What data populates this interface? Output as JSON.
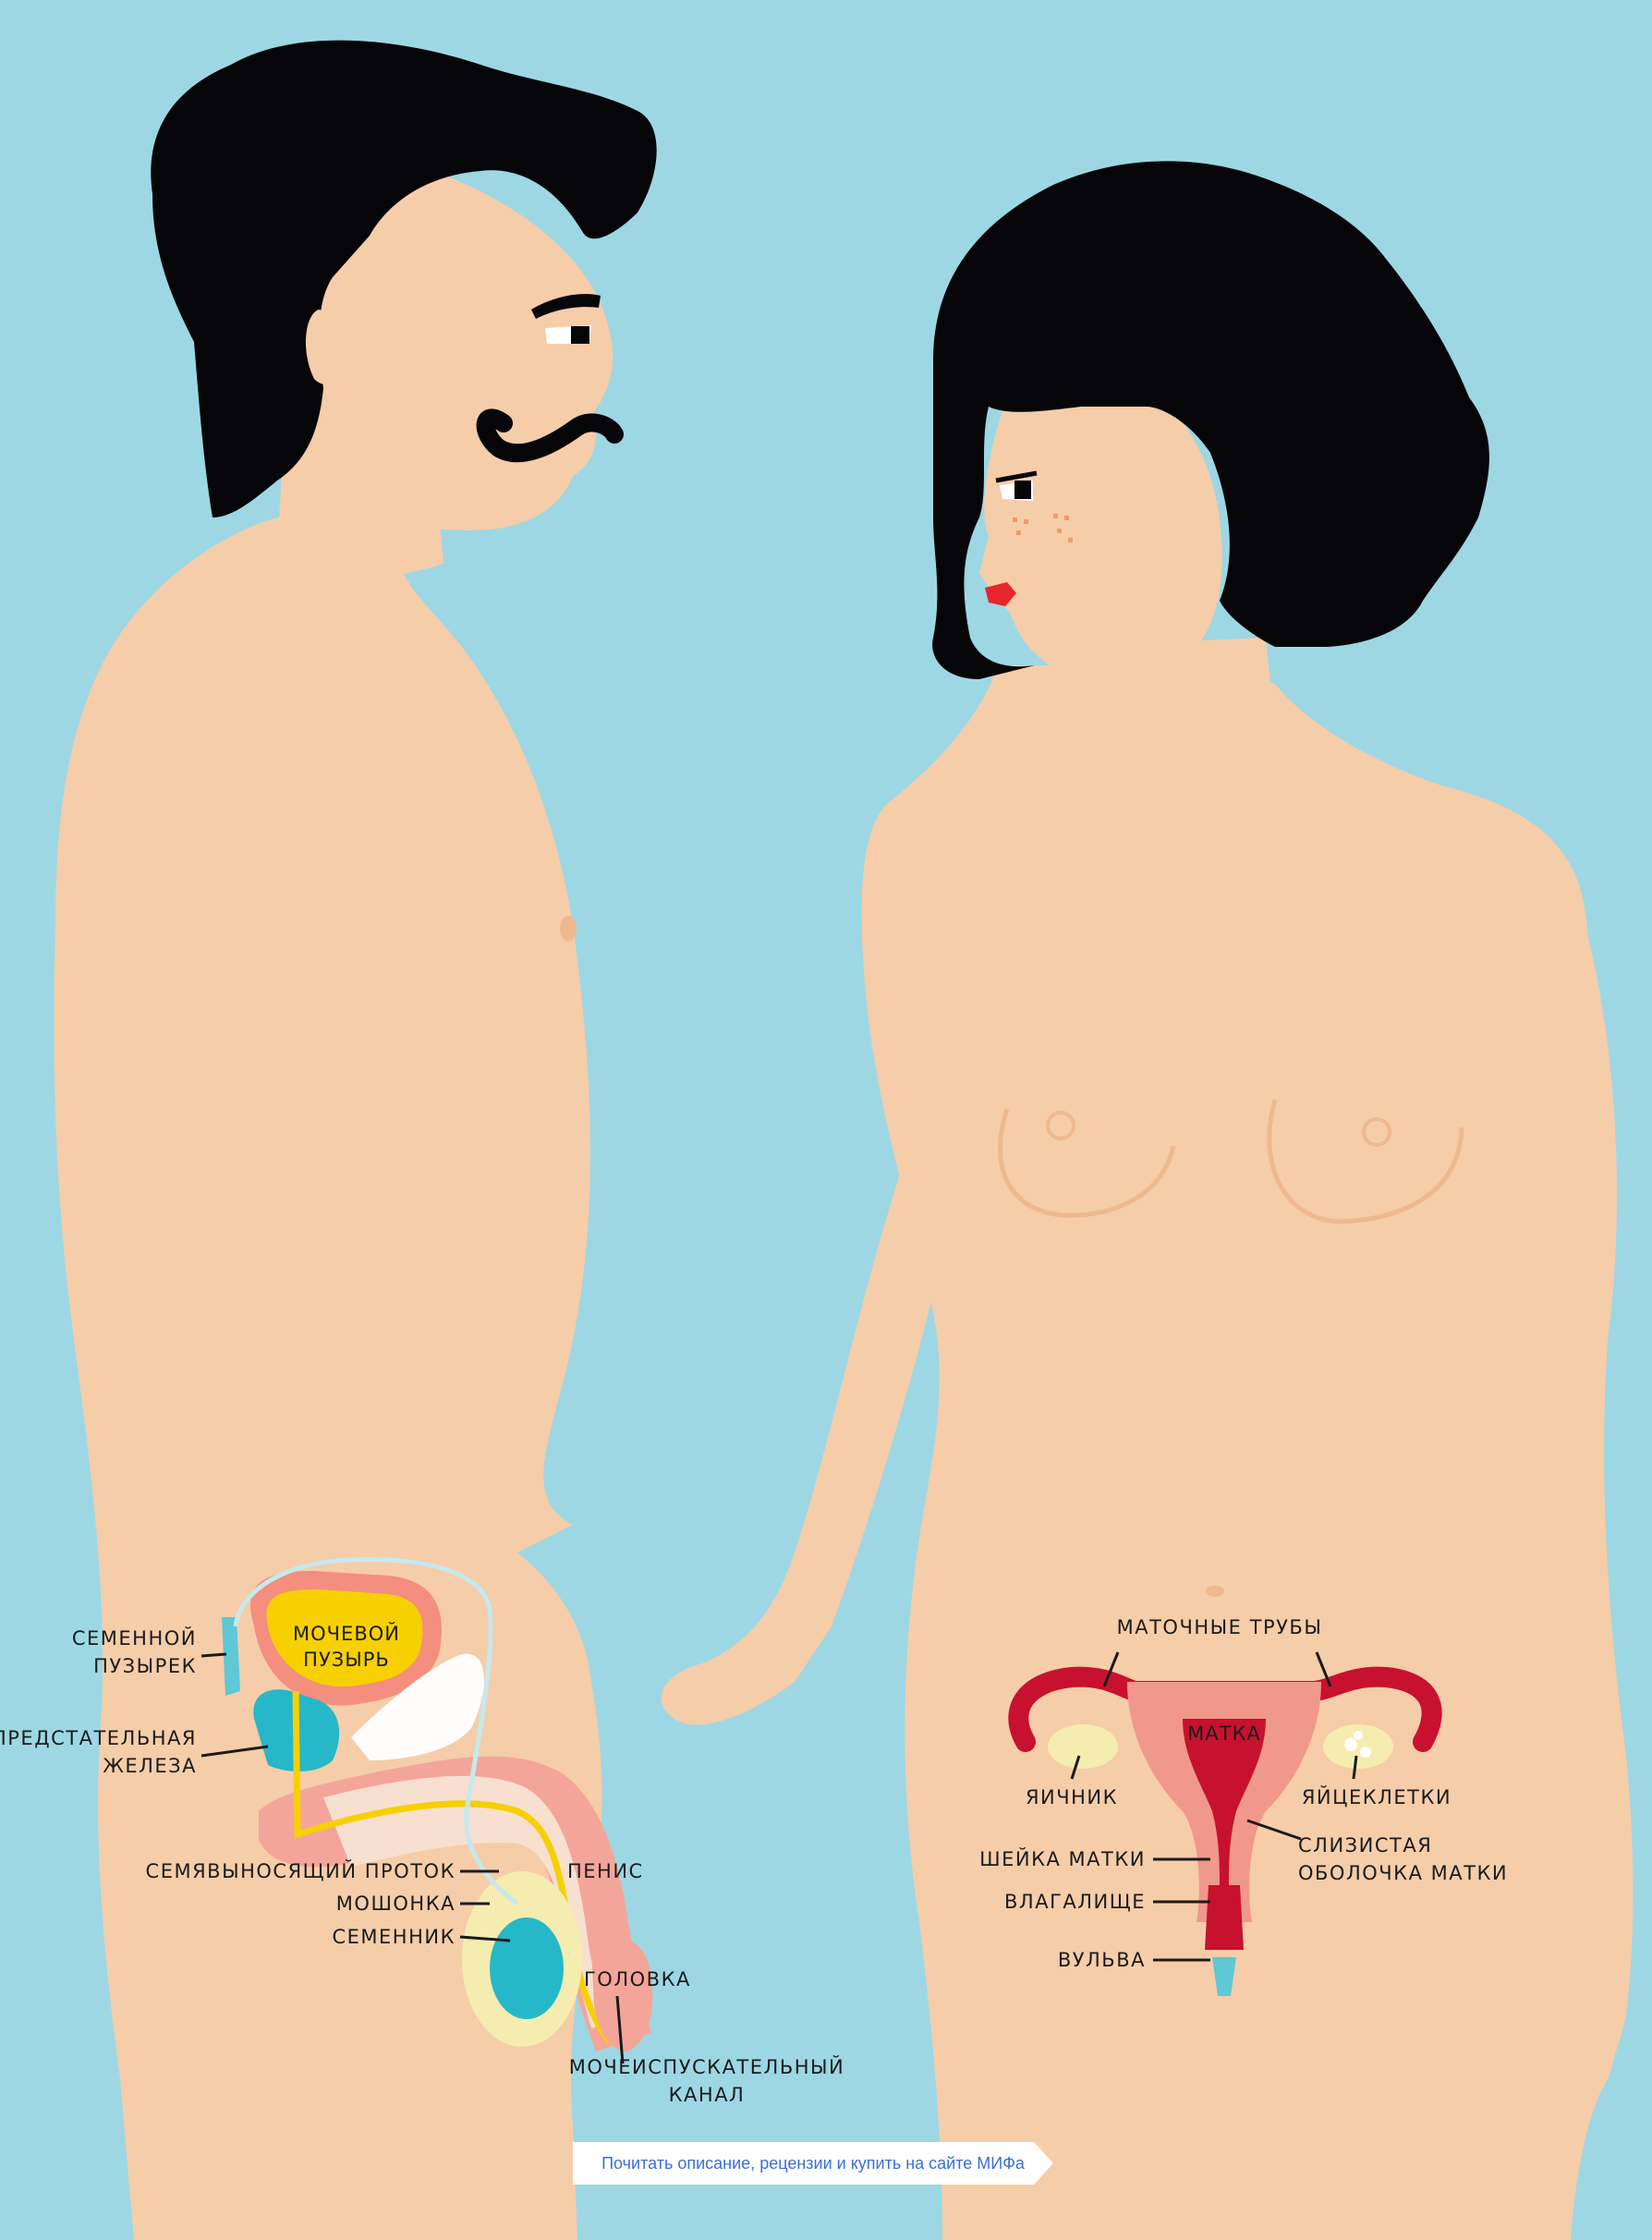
{
  "male_labels": {
    "seminal_vesicle": [
      "СЕМЕННОЙ",
      "ПУЗЫРЕК"
    ],
    "prostate": [
      "ПРЕДСТАТЕЛЬНАЯ",
      "ЖЕЛЕЗА"
    ],
    "bladder": [
      "МОЧЕВОЙ",
      "ПУЗЫРЬ"
    ],
    "vas_deferens": "СЕМЯВЫНОСЯЩИЙ ПРОТОК",
    "penis": "ПЕНИС",
    "scrotum": "МОШОНКА",
    "testicle": "СЕМЕННИК",
    "glans": "ГОЛОВКА",
    "urethra": [
      "МОЧЕИСПУСКАТЕЛЬНЫЙ",
      "КАНАЛ"
    ]
  },
  "female_labels": {
    "fallopian_tubes": "МАТОЧНЫЕ ТРУБЫ",
    "uterus": "МАТКА",
    "ovary": "ЯИЧНИК",
    "eggs": "ЯЙЦЕКЛЕТКИ",
    "endometrium": [
      "СЛИЗИСТАЯ",
      "ОБОЛОЧКА МАТКИ"
    ],
    "cervix": "ШЕЙКА МАТКИ",
    "vagina": "ВЛАГАЛИЩЕ",
    "vulva": "ВУЛЬВА"
  },
  "link": {
    "label": "Почитать описание, рецензии и купить на сайте МИФа"
  },
  "colors": {
    "background": "#9dd7e4",
    "skin": "#f5cda9",
    "hair": "#060608",
    "bladder": "#f6d000",
    "prostate": "#26b8c8",
    "uterus": "#c8112e"
  }
}
